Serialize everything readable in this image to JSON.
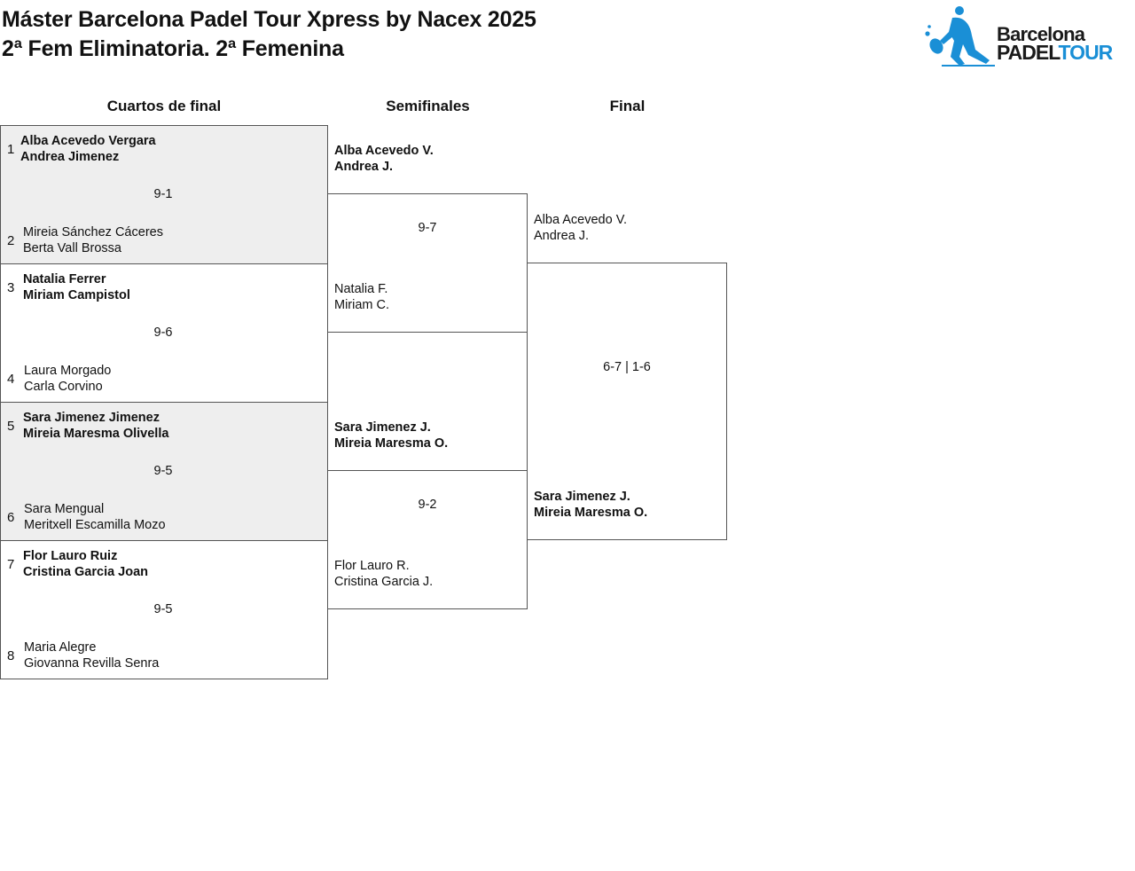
{
  "header": {
    "title_line1": "Máster Barcelona Padel Tour Xpress by Nacex 2025",
    "title_line2": "2ª Fem Eliminatoria. 2ª Femenina"
  },
  "logo": {
    "word1": "Barcelona",
    "word2a": "PADEL",
    "word2b": "TOUR",
    "brand_color": "#1a8fd6"
  },
  "rounds": {
    "quarterfinals": "Cuartos de final",
    "semifinals": "Semifinales",
    "final": "Final"
  },
  "quarterfinals": [
    {
      "top": {
        "seed": "1",
        "p1": "Alba Acevedo Vergara",
        "p2": "Andrea Jimenez",
        "winner": true
      },
      "bottom": {
        "seed": "2",
        "p1": "Mireia Sánchez Cáceres",
        "p2": "Berta Vall Brossa",
        "winner": false
      },
      "score": "9-1"
    },
    {
      "top": {
        "seed": "3",
        "p1": "Natalia Ferrer",
        "p2": "Miriam Campistol",
        "winner": true
      },
      "bottom": {
        "seed": "4",
        "p1": "Laura Morgado",
        "p2": "Carla Corvino",
        "winner": false
      },
      "score": "9-6"
    },
    {
      "top": {
        "seed": "5",
        "p1": "Sara Jimenez Jimenez",
        "p2": "Mireia Maresma Olivella",
        "winner": true
      },
      "bottom": {
        "seed": "6",
        "p1": "Sara Mengual",
        "p2": "Meritxell Escamilla Mozo",
        "winner": false
      },
      "score": "9-5"
    },
    {
      "top": {
        "seed": "7",
        "p1": "Flor Lauro Ruiz",
        "p2": "Cristina Garcia Joan",
        "winner": true
      },
      "bottom": {
        "seed": "8",
        "p1": "Maria Alegre",
        "p2": "Giovanna Revilla Senra",
        "winner": false
      },
      "score": "9-5"
    }
  ],
  "semifinals": [
    {
      "top": {
        "p1": "Alba Acevedo V.",
        "p2": "Andrea J.",
        "winner": true
      },
      "bottom": {
        "p1": "Natalia F.",
        "p2": "Miriam C.",
        "winner": false
      },
      "score": "9-7"
    },
    {
      "top": {
        "p1": "Sara Jimenez J.",
        "p2": "Mireia Maresma O.",
        "winner": true
      },
      "bottom": {
        "p1": "Flor Lauro R.",
        "p2": "Cristina Garcia J.",
        "winner": false
      },
      "score": "9-2"
    }
  ],
  "final": {
    "top": {
      "p1": "Alba Acevedo V.",
      "p2": "Andrea J.",
      "winner": false
    },
    "bottom": {
      "p1": "Sara Jimenez J.",
      "p2": "Mireia Maresma O.",
      "winner": true
    },
    "score": "6-7 | 1-6"
  }
}
